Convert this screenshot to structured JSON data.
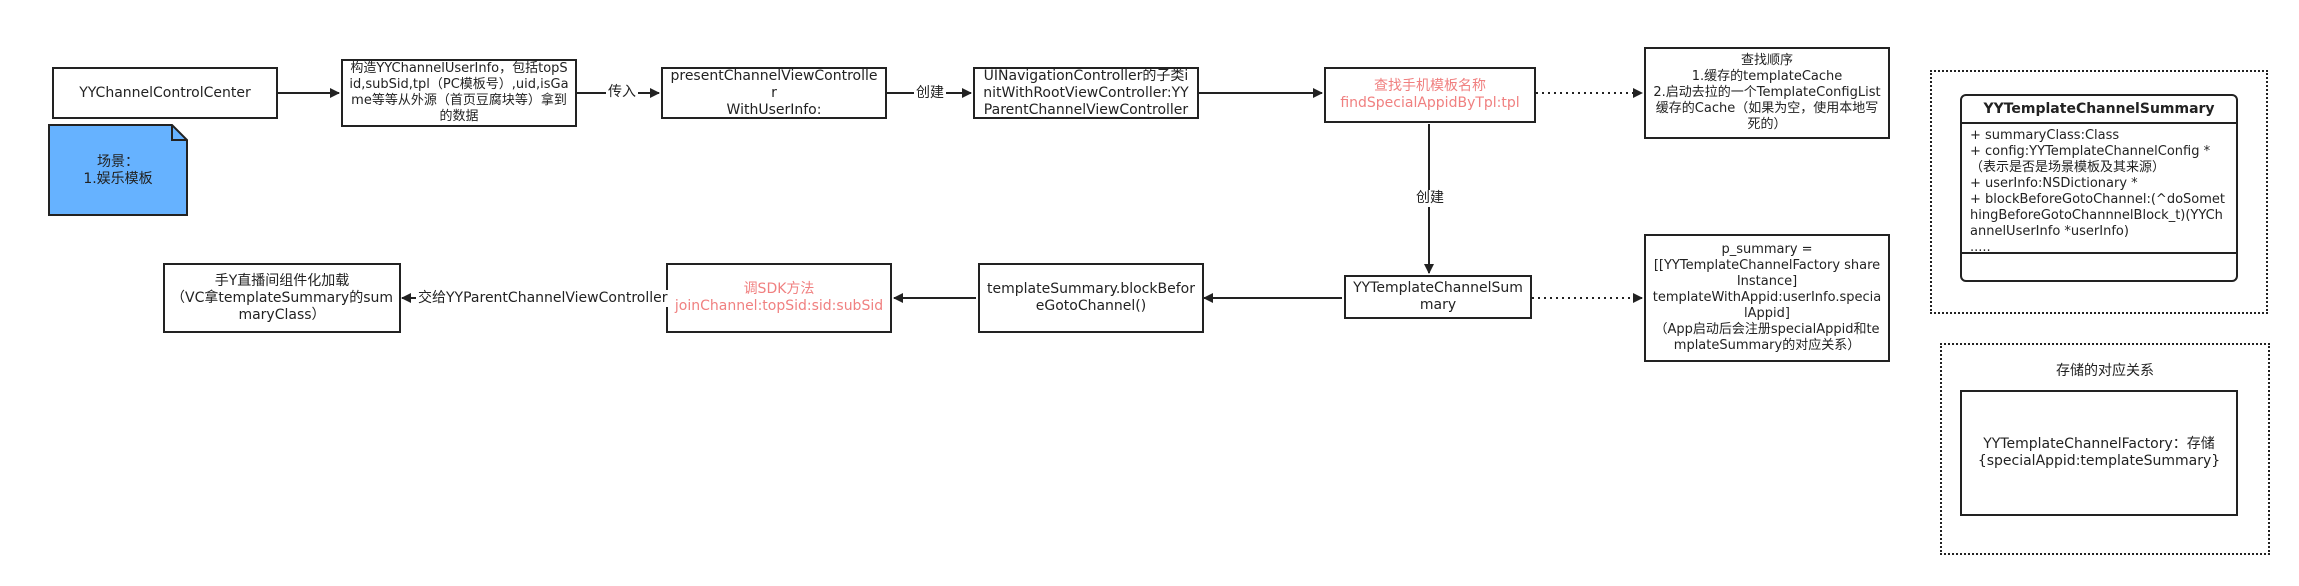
{
  "nodes": {
    "control_center": "YYChannelControlCenter",
    "construct_info": "构造YYChannelUserInfo，包括topSid,subSid,tpl（PC模板号）,uid,isGame等等从外源（首页豆腐块等）拿到的数据",
    "present_vc": "presentChannelViewController\nWithUserInfo:",
    "nav_controller": "UINavigationController的子类initWithRootViewController:YYParentChannelViewController",
    "find_template": "查找手机模板名称\nfindSpecialAppidByTpl:tpl",
    "lookup_order": "查找顺序\n1.缓存的templateCache\n2.启动去拉的一个TemplateConfigList缓存的Cache（如果为空，使用本地写死的）",
    "template_summary": "YYTemplateChannelSummary",
    "p_summary": "p_summary =\n[[YYTemplateChannelFactory shareInstance]\ntemplateWithAppid:userInfo.specialAppid]\n（App启动后会注册specialAppid和templateSummary的对应关系）",
    "block_before": "templateSummary.blockBeforeGotoChannel()",
    "join_channel": "调SDK方法\njoinChannel:topSid:sid:subSid",
    "component_load": "手Y直播间组件化加载\n（VC拿templateSummary的summaryClass）"
  },
  "note": "场景：\n1.娱乐模板",
  "edge_labels": {
    "pass_in": "传入",
    "create_1": "创建",
    "create_2": "创建",
    "hand_over": "交给YYParentChannelViewController"
  },
  "class_box": {
    "title": "YYTemplateChannelSummary",
    "attributes": "+ summaryClass:Class\n+ config:YYTemplateChannelConfig *（表示是否是场景模板及其来源）\n+ userInfo:NSDictionary *\n+ blockBeforeGotoChannel:(^doSomethingBeforeGotoChannnelBlock_t)(YYChannelUserInfo *userInfo)\n....."
  },
  "storage": {
    "title": "存储的对应关系",
    "content": "YYTemplateChannelFactory：存储\n{specialAppid:templateSummary}"
  },
  "colors": {
    "note_fill": "#66b2ff",
    "highlight_text": "#f08080",
    "stroke": "#222222"
  }
}
